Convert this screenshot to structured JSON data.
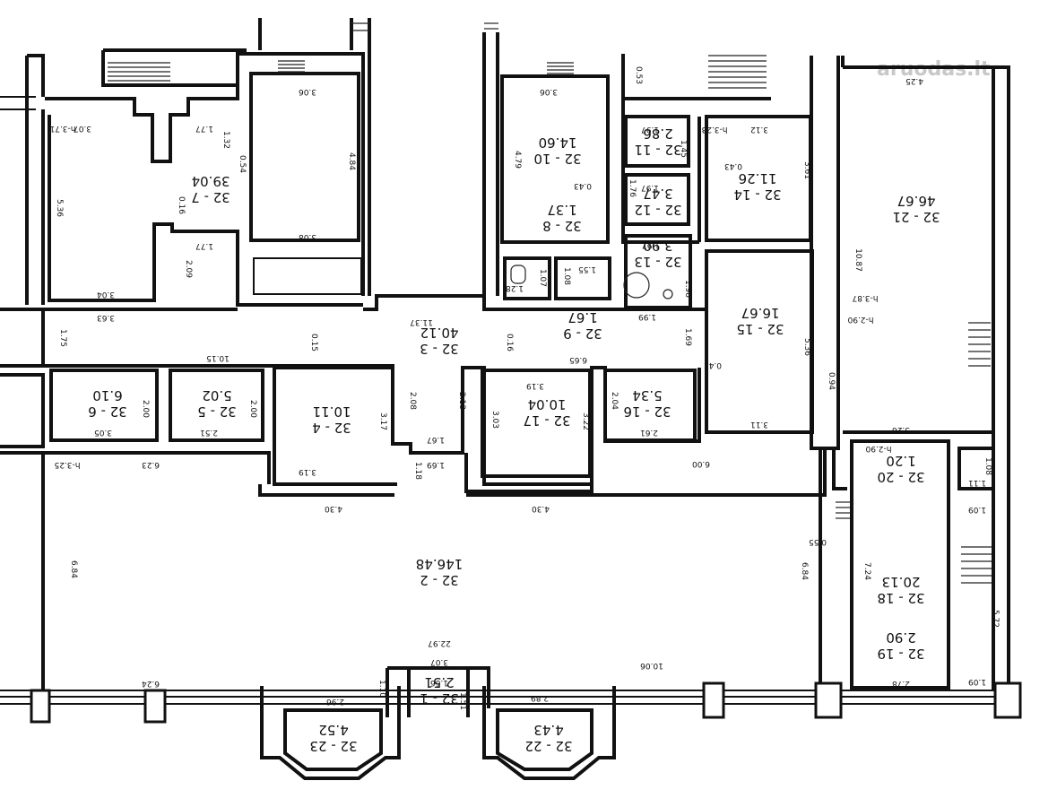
{
  "watermark": "aruodas.lt",
  "rooms": [
    {
      "id": "32 - 1",
      "area": "2.51"
    },
    {
      "id": "32 - 2",
      "area": "146.48"
    },
    {
      "id": "32 - 3",
      "area": "40.12"
    },
    {
      "id": "32 - 4",
      "area": "10.11"
    },
    {
      "id": "32 - 5",
      "area": "5.02"
    },
    {
      "id": "32 - 6",
      "area": "6.10"
    },
    {
      "id": "32 - 7",
      "area": "39.04"
    },
    {
      "id": "32 - 8",
      "area": "1.37"
    },
    {
      "id": "32 - 9",
      "area": "1.67"
    },
    {
      "id": "32 - 10",
      "area": "14.60"
    },
    {
      "id": "32 - 11",
      "area": "2.86"
    },
    {
      "id": "32 - 12",
      "area": "3.47"
    },
    {
      "id": "32 - 13",
      "area": "3.90"
    },
    {
      "id": "32 - 14",
      "area": "11.26"
    },
    {
      "id": "32 - 15",
      "area": "16.67"
    },
    {
      "id": "32 - 16",
      "area": "5.34"
    },
    {
      "id": "32 - 17",
      "area": "10.04"
    },
    {
      "id": "32 - 18",
      "area": "20.13"
    },
    {
      "id": "32 - 19",
      "area": "2.90"
    },
    {
      "id": "32 - 20",
      "area": "1.20"
    },
    {
      "id": "32 - 21",
      "area": "46.67"
    },
    {
      "id": "32 - 22",
      "area": "4.43"
    },
    {
      "id": "32 - 23",
      "area": "4.52"
    }
  ],
  "dimensions": [
    "3.06",
    "4.84",
    "3.08",
    "5.36",
    "3.07",
    "h-3.71",
    "1.77",
    "1.32",
    "0.54",
    "0.16",
    "1.77",
    "2.09",
    "3.04",
    "3.63",
    "1.75",
    "0.15",
    "10.15",
    "2.00",
    "2.00",
    "3.05",
    "2.51",
    "3.17",
    "3.19",
    "2.08",
    "1.67",
    "1.18",
    "1.69",
    "4.30",
    "11.37",
    "0.16",
    "6.65",
    "2.13",
    "3.19",
    "3.03",
    "3.22",
    "4.30",
    "2.04",
    "2.61",
    "6.00",
    "6.23",
    "h-3.25",
    "6.84",
    "6.24",
    "1.10",
    "2.96",
    "3.07",
    "1.66",
    "1.51",
    "2.89",
    "22.97",
    "10.06",
    "3.06",
    "4.79",
    "0.43",
    "1.97",
    "1.45",
    "1.76",
    "1.97",
    "1.07",
    "1.28",
    "1.08",
    "1.55",
    "1.97",
    "1.98",
    "1.99",
    "1.69",
    "0.42",
    "0.53",
    "h-3.23",
    "3.12",
    "0.43",
    "3.61",
    "5.36",
    "3.11",
    "0.94",
    "4.25",
    "10.87",
    "h-3.87",
    "h-2.90",
    "3.26",
    "h-2.90",
    "1.08",
    "1.11",
    "1.09",
    "7.24",
    "6.84",
    "0.55",
    "5.72",
    "2.78",
    "1.09"
  ]
}
